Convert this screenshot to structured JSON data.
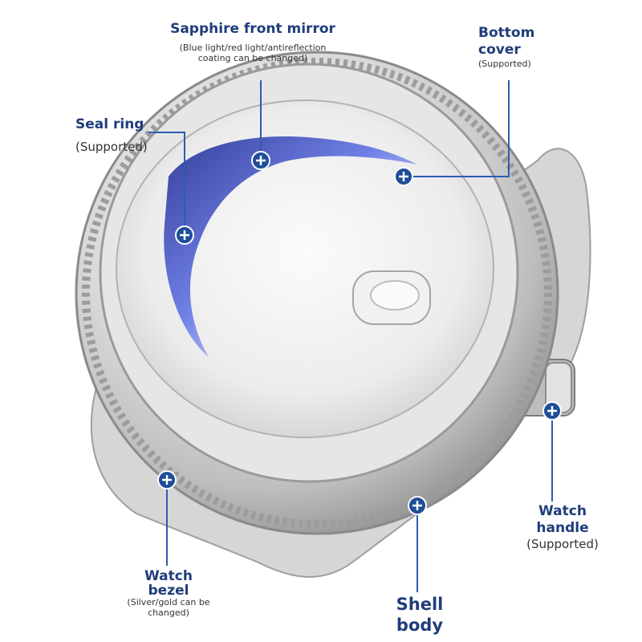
{
  "labels": {
    "sapphire": {
      "title": "Sapphire front mirror",
      "note_1": "(Blue light/red light/antireflection",
      "note_2": "coating can be changed)"
    },
    "bottom_cover": {
      "title_1": "Bottom",
      "title_2": "cover",
      "note": "(Supported)"
    },
    "seal_ring": {
      "title": "Seal ring",
      "note": "(Supported)"
    },
    "watch_handle": {
      "title_1": "Watch",
      "title_2": "handle",
      "note": "(Supported)"
    },
    "watch_bezel": {
      "title_1": "Watch",
      "title_2": "bezel",
      "note_1": "(Silver/gold can be",
      "note_2": "changed)"
    },
    "shell_body": {
      "title_1": "Shell",
      "title_2": "body"
    }
  },
  "colors": {
    "marker": "#1f4e99",
    "line": "#2a5db0",
    "label": "#1f3d7a"
  }
}
